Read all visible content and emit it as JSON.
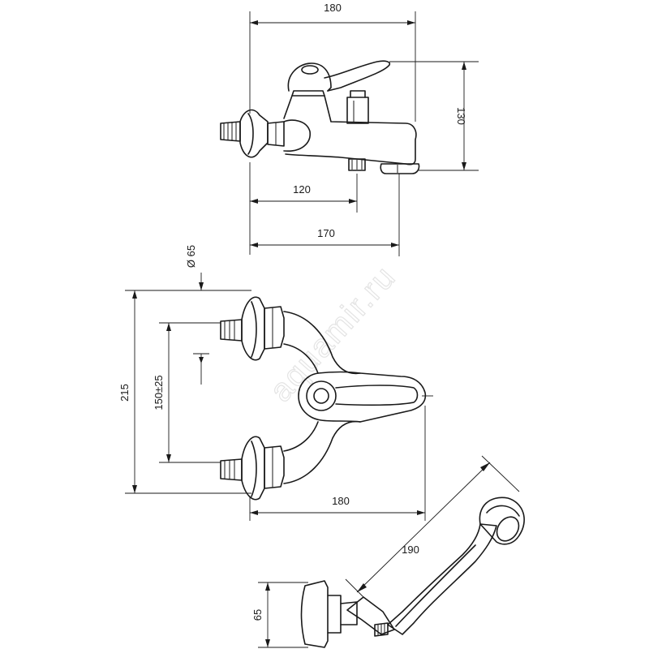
{
  "watermark": "aquamir.ru",
  "dimensions": {
    "top_width": "180",
    "top_height": "130",
    "spout_120": "120",
    "spout_170": "170",
    "flange_diameter": "Ø 65",
    "front_height": "215",
    "inlet_spacing": "150±25",
    "front_width": "180",
    "shower_length": "190",
    "holder_height": "65"
  }
}
